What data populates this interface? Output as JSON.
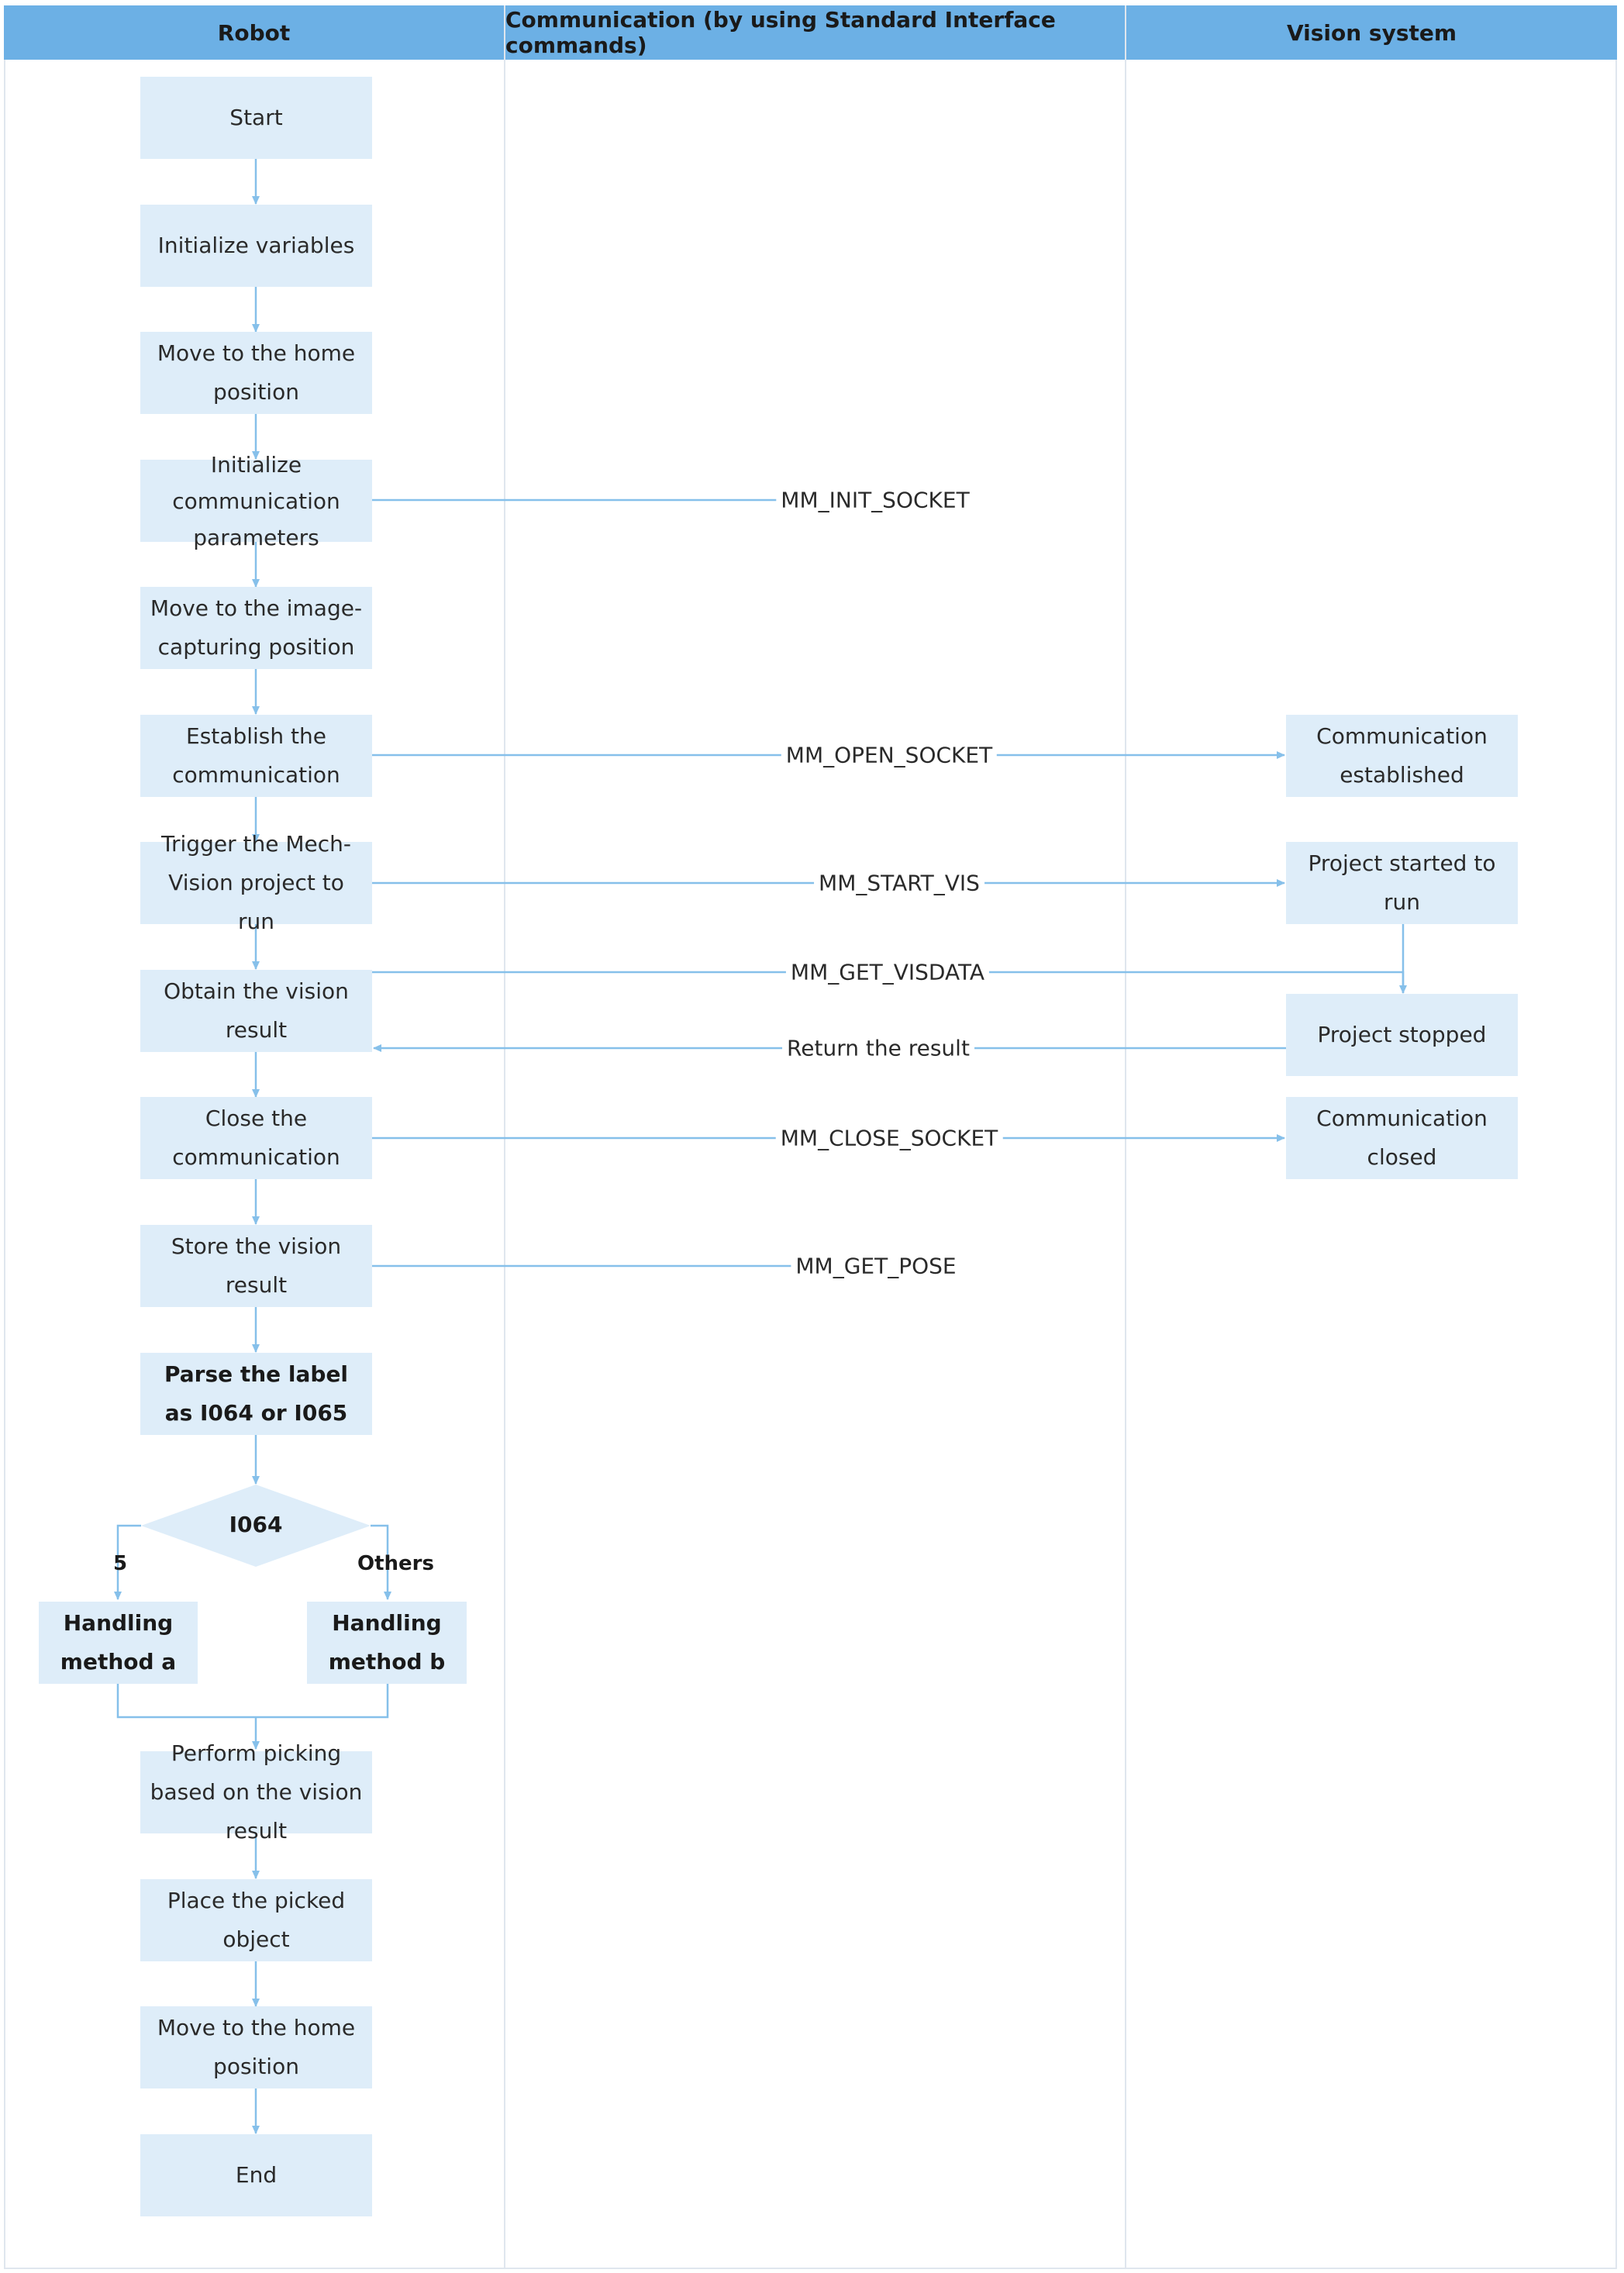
{
  "lanes": {
    "robot": "Robot",
    "communication": "Communication (by using Standard Interface commands)",
    "vision": "Vision system"
  },
  "robot_steps": {
    "start": "Start",
    "init_vars": "Initialize variables",
    "home1": "Move to the home position",
    "init_comm": "Initialize communication parameters",
    "image_pos": "Move to the image-capturing position",
    "establish": "Establish the communication",
    "trigger": "Trigger the Mech-Vision project to run",
    "obtain": "Obtain the vision result",
    "close": "Close the communication",
    "store": "Store the vision result",
    "parse": "Parse the label as I064 or I065",
    "decision": "I064",
    "method_a": "Handling method a",
    "method_b": "Handling method b",
    "pick": "Perform picking based on the vision result",
    "place": "Place the picked object",
    "home2": "Move to the home position",
    "end": "End"
  },
  "branches": {
    "left": "5",
    "right": "Others"
  },
  "vision_steps": {
    "established": "Communication established",
    "started": "Project started to run",
    "stopped": "Project stopped",
    "closed": "Communication closed"
  },
  "commands": {
    "init_socket": "MM_INIT_SOCKET",
    "open_socket": "MM_OPEN_SOCKET",
    "start_vis": "MM_START_VIS",
    "get_visdata": "MM_GET_VISDATA",
    "return_result": "Return the result",
    "close_socket": "MM_CLOSE_SOCKET",
    "get_pose": "MM_GET_POSE"
  },
  "colors": {
    "header": "#6cb0e5",
    "node": "#deedf9",
    "line": "#86c0ea",
    "lane_border": "#dfe6ee"
  }
}
